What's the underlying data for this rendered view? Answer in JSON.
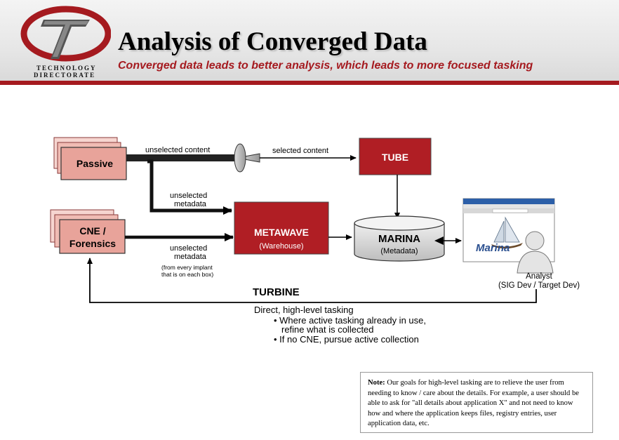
{
  "header": {
    "logo_line1": "TECHNOLOGY",
    "logo_line2": "DIRECTORATE",
    "title": "Analysis of Converged Data",
    "subtitle": "Converged data leads to better analysis, which leads to more focused tasking",
    "accent_color": "#a51a1f"
  },
  "diagram": {
    "passive": "Passive",
    "cne_line1": "CNE /",
    "cne_line2": "Forensics",
    "unselected_content": "unselected content",
    "selected_content": "selected content",
    "tube": "TUBE",
    "unselected_metadata_1a": "unselected",
    "unselected_metadata_1b": "metadata",
    "metawave": "METAWAVE",
    "metawave_sub": "(Warehouse)",
    "unselected_metadata_2a": "unselected",
    "unselected_metadata_2b": "metadata",
    "implant_note_a": "(from every implant",
    "implant_note_b": "that is on each box)",
    "marina": "MARINA",
    "marina_sub": "(Metadata)",
    "analyst": "Analyst",
    "analyst_sub": "(SIG Dev / Target Dev)",
    "turbine": "TURBINE",
    "screen_brand": "Marina",
    "tasking_title": "Direct, high-level tasking",
    "tasking_b1a": "• Where active tasking already in use,",
    "tasking_b1b": "refine what is collected",
    "tasking_b2": "• If no CNE, pursue active collection",
    "box_red": "#b01e24",
    "box_pink": "#e8a39a"
  },
  "note": {
    "label": "Note:",
    "text": " Our goals for high-level tasking are to relieve the user from needing to know / care about the details.  For example, a user should be able to ask for \"all details about application X\" and not need to know how and where the application keeps files, registry entries, user application data, etc."
  }
}
